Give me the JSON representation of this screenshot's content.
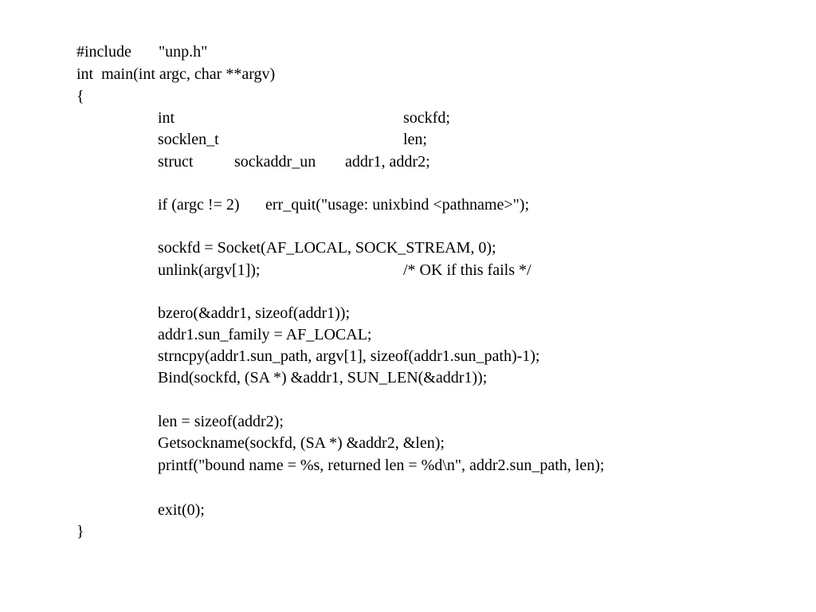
{
  "code": {
    "l01": {
      "a": "#include",
      "b": "\"unp.h\""
    },
    "l02": "int  main(int argc, char **argv)",
    "l03": "{",
    "l04": {
      "a": "int",
      "b": "sockfd;"
    },
    "l05": {
      "a": "socklen_t",
      "b": "len;"
    },
    "l06": {
      "a": "struct",
      "b": "sockaddr_un",
      "c": "addr1, addr2;"
    },
    "l07": {
      "a": "if (argc != 2)",
      "b": "err_quit(\"usage: unixbind <pathname>\");"
    },
    "l08": "sockfd = Socket(AF_LOCAL, SOCK_STREAM, 0);",
    "l09": {
      "a": "unlink(argv[1]);",
      "b": "/* OK if this fails */"
    },
    "l10": "bzero(&addr1, sizeof(addr1));",
    "l11": "addr1.sun_family = AF_LOCAL;",
    "l12": "strncpy(addr1.sun_path, argv[1], sizeof(addr1.sun_path)-1);",
    "l13": "Bind(sockfd, (SA *) &addr1, SUN_LEN(&addr1));",
    "l14": "len = sizeof(addr2);",
    "l15": "Getsockname(sockfd, (SA *) &addr2, &len);",
    "l16": "printf(\"bound name = %s, returned len = %d\\n\", addr2.sun_path, len);",
    "l17": "exit(0);",
    "l18": "}"
  }
}
